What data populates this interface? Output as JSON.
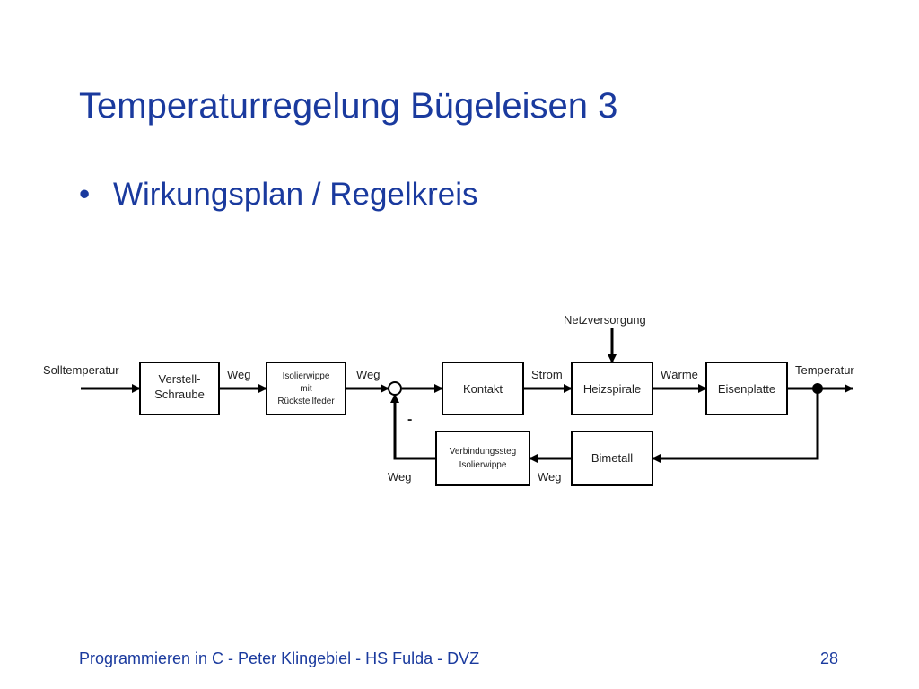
{
  "slide": {
    "title": "Temperaturregelung Bügeleisen 3",
    "bullet_marker": "•",
    "bullet": "Wirkungsplan / Regelkreis"
  },
  "diagram": {
    "input_label": "Solltemperatur",
    "output_label": "Temperatur",
    "supply_label": "Netzversorgung",
    "minus_sign": "-",
    "blocks": {
      "verstell_line1": "Verstell-",
      "verstell_line2": "Schraube",
      "isolier_line1": "Isolierwippe",
      "isolier_line2": "mit",
      "isolier_line3": "Rückstellfeder",
      "kontakt": "Kontakt",
      "heizspirale": "Heizspirale",
      "eisenplatte": "Eisenplatte",
      "verbindung_line1": "Verbindungssteg",
      "verbindung_line2": "Isolierwippe",
      "bimetall": "Bimetall"
    },
    "signals": {
      "weg1": "Weg",
      "weg2": "Weg",
      "strom": "Strom",
      "waerme": "Wärme",
      "weg_feedback_right": "Weg",
      "weg_feedback_left": "Weg"
    }
  },
  "footer": {
    "text": "Programmieren in C - Peter Klingebiel - HS Fulda - DVZ",
    "page": "28"
  }
}
